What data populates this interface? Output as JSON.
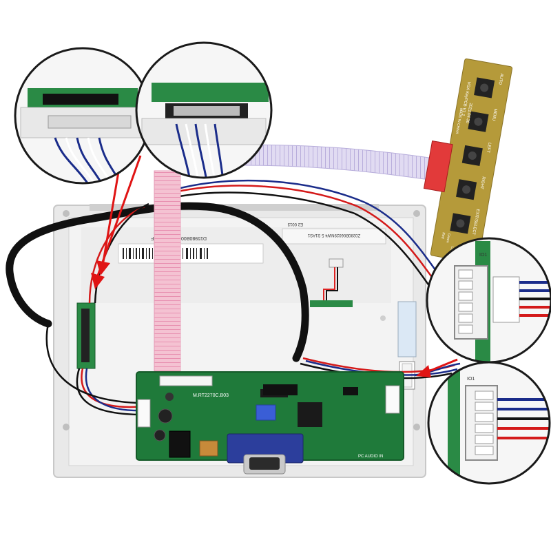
{
  "keypad": {
    "model": "VGA KeyPCB V1.1",
    "date": "2021.04.30",
    "origin": "MADE IN CHINA",
    "buttons": [
      "AUTO",
      "MENU",
      "LEFT",
      "RIGHT",
      "EXIT/SELECT"
    ],
    "leds": [
      "Red",
      "Green",
      "LED"
    ]
  },
  "driver_board": {
    "model": "M.RT2270C.B03",
    "bottom_label": "PC AUDIO IN"
  },
  "panel": {
    "label_left": "D15980B00100682A000F",
    "label_right": "Z0280B06029NW4 5 S1AS1",
    "label_small": "E2  0013"
  },
  "insets": {
    "left_connector_label": "IO1",
    "right_connector_label": "IO1"
  },
  "colors": {
    "pcb_green": "#1f7a3a",
    "keypad_pcb": "#b59a3a",
    "ribbon_pink": "#f2b6c8",
    "ribbon_lavender": "#d9d2ee",
    "arrow_red": "#e01414",
    "panel_frame": "#e8e8e8"
  }
}
